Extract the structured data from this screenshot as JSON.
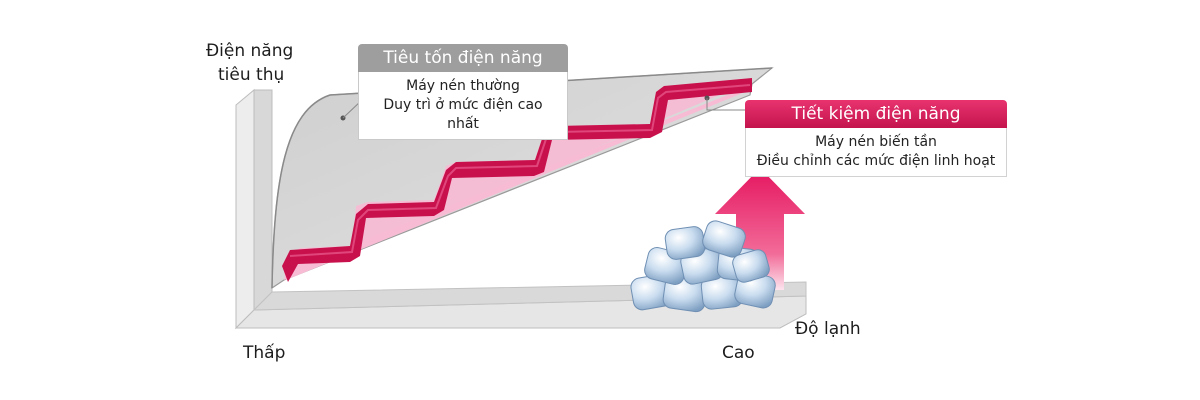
{
  "axes": {
    "y_label_line1": "Điện năng",
    "y_label_line2": "tiêu thụ",
    "x_label": "Độ lạnh",
    "x_low": "Thấp",
    "x_high": "Cao"
  },
  "callout_conventional": {
    "title": "Tiêu tốn điện năng",
    "line1": "Máy nén thường",
    "line2": "Duy trì ở mức điện cao nhất"
  },
  "callout_inverter": {
    "title": "Tiết kiệm điện năng",
    "line1": "Máy nén biến tần",
    "line2": "Điều chỉnh các mức điện linh hoạt"
  },
  "colors": {
    "inverter_line": "#c8104c",
    "saving_area": "#f7bcd4",
    "consumption_area": "#d4d4d4",
    "arrow": "#e5155f",
    "axis_wall": "#e0e0e0"
  },
  "icons": [
    "ice-cubes-icon",
    "up-arrow-icon"
  ]
}
